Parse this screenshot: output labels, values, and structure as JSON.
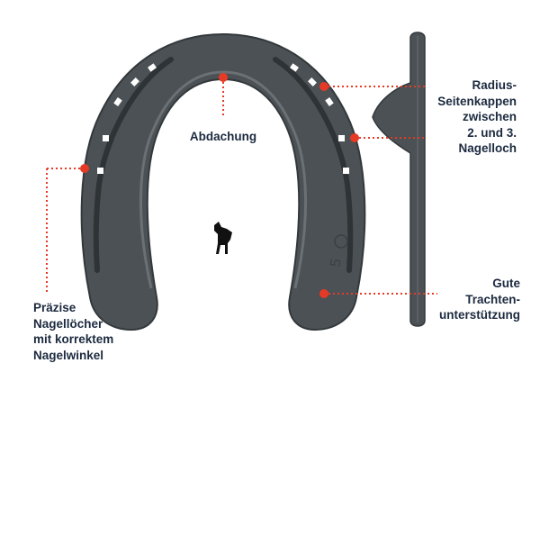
{
  "colors": {
    "shoe": "#4b5155",
    "shoe_dark": "#33383b",
    "shoe_light": "#6a7074",
    "marker": "#e63a26",
    "label_text": "#1c2a3f",
    "background": "#ffffff"
  },
  "icons": {
    "horse": "horse-silhouette-icon"
  },
  "labels": {
    "abdachung": "Abdachung",
    "radius_line1": "Radius-",
    "radius_line2": "Seitenkappen",
    "radius_line3": "zwischen",
    "radius_line4": "2. und 3.",
    "radius_line5": "Nagelloch",
    "praezise_line1": "Präzise",
    "praezise_line2": "Nagellöcher",
    "praezise_line3": "mit korrektem",
    "praezise_line4": "Nagelwinkel",
    "gute_line1": "Gute",
    "gute_line2": "Trachten-",
    "gute_line3": "unterstützung",
    "shoe_size_mark": "5"
  }
}
